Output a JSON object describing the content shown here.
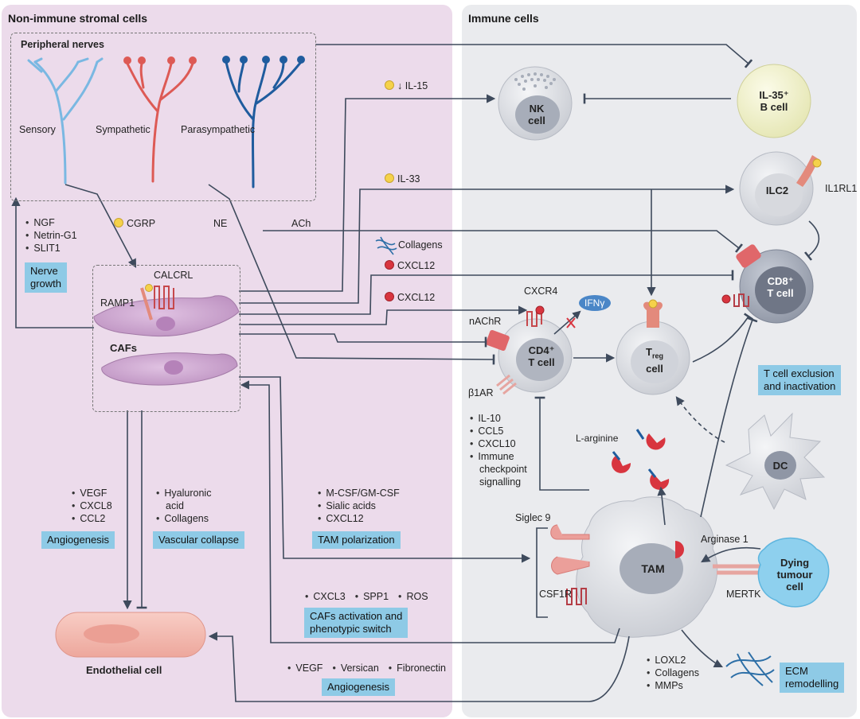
{
  "panels": {
    "left_title": "Non-immune stromal cells",
    "right_title": "Immune cells"
  },
  "nerves": {
    "title": "Peripheral nerves",
    "sensory": "Sensory",
    "sympathetic": "Sympathetic",
    "parasympathetic": "Parasympathetic"
  },
  "nerve_factors": [
    "NGF",
    "Netrin-G1",
    "SLIT1"
  ],
  "nerve_growth_box": [
    "Nerve",
    "growth"
  ],
  "signals": {
    "cgrp": "CGRP",
    "ne": "NE",
    "ach": "ACh",
    "il15": "↓ IL-15",
    "il33": "IL-33",
    "collagens": "Collagens",
    "cxcl12_a": "CXCL12",
    "cxcl12_b": "CXCL12",
    "ifng": "IFNγ"
  },
  "receptors": {
    "calcrl": "CALCRL",
    "ramp1": "RAMP1",
    "cxcr4": "CXCR4",
    "nachr": "nAChR",
    "b1ar": "β1AR",
    "il1rl1": "IL1RL1",
    "siglec9": "Siglec 9",
    "csf1r": "CSF1R",
    "mertk": "MERTK",
    "arginase": "Arginase 1",
    "larginine": "L-arginine"
  },
  "cells": {
    "cafs": "CAFs",
    "nk": [
      "NK",
      "cell"
    ],
    "il35b": [
      "IL-35⁺",
      "B cell"
    ],
    "ilc2": "ILC2",
    "cd8": [
      "CD8⁺",
      "T cell"
    ],
    "cd4": [
      "CD4⁺",
      "T cell"
    ],
    "treg": [
      "T",
      "reg",
      "cell"
    ],
    "dc": "DC",
    "tam": "TAM",
    "dying": [
      "Dying",
      "tumour",
      "cell"
    ],
    "endothelial": "Endothelial cell"
  },
  "cd4_factors": [
    "IL-10",
    "CCL5",
    "CXCL10",
    "Immune",
    "checkpoint",
    "signalling"
  ],
  "t_cell_box": [
    "T cell exclusion",
    "and inactivation"
  ],
  "angio_factors": [
    "VEGF",
    "CXCL8",
    "CCL2"
  ],
  "angio_box": "Angiogenesis",
  "vasc_factors": [
    "Hyaluronic",
    "acid",
    "Collagens"
  ],
  "vasc_box": "Vascular collapse",
  "tam_factors": [
    "M-CSF/GM-CSF",
    "Sialic acids",
    "CXCL12"
  ],
  "tam_box": "TAM polarization",
  "caf_act_factors": [
    "CXCL3",
    "SPP1",
    "ROS"
  ],
  "caf_act_box": [
    "CAFs activation and",
    "phenotypic switch"
  ],
  "angio2_factors": [
    "VEGF",
    "Versican",
    "Fibronectin"
  ],
  "angio2_box": "Angiogenesis",
  "ecm_factors": [
    "LOXL2",
    "Collagens",
    "MMPs"
  ],
  "ecm_box": [
    "ECM",
    "remodelling"
  ],
  "colors": {
    "left_panel": "#ecdbeb",
    "right_panel": "#eaebee",
    "label_box": "#8ecae6",
    "sensory_nerve": "#7ab8e2",
    "sympathetic_nerve": "#dd5a55",
    "parasympathetic_nerve": "#1f5c9e",
    "arrow": "#3e4a5c"
  }
}
